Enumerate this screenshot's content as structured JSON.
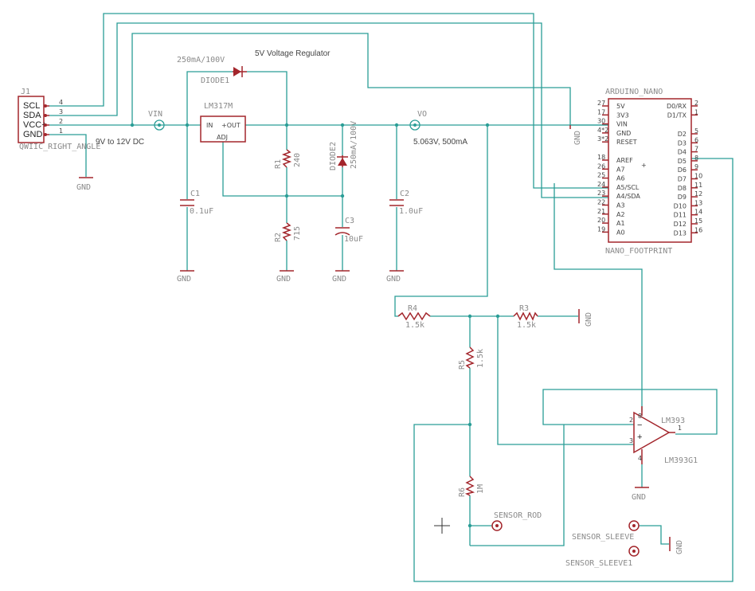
{
  "title": "5V Voltage Regulator",
  "colors": {
    "wire": "#2a9d96",
    "part": "#a3262c",
    "label": "#8a8a8a"
  },
  "connector": {
    "name": "J1",
    "value": "QWIIC_RIGHT_ANGLE",
    "pins": [
      {
        "label": "SCL",
        "num": "4"
      },
      {
        "label": "SDA",
        "num": "3"
      },
      {
        "label": "VCC+",
        "num": "2"
      },
      {
        "label": "GND",
        "num": "1"
      }
    ]
  },
  "vin": {
    "label": "VIN",
    "note": "9V to 12V DC"
  },
  "vo": {
    "label": "VO",
    "note": "5.063V, 500mA"
  },
  "regulator": {
    "name": "LM317M",
    "in": "IN",
    "out": "+OUT",
    "adj": "ADJ"
  },
  "diode1": {
    "name": "DIODE1",
    "value": "250mA/100V"
  },
  "diode2": {
    "name": "DIODE2",
    "value": "250mA/100V"
  },
  "r1": {
    "name": "R1",
    "value": "240"
  },
  "r2": {
    "name": "R2",
    "value": "715"
  },
  "c1": {
    "name": "C1",
    "value": "0.1uF"
  },
  "c2": {
    "name": "C2",
    "value": "1.0uF"
  },
  "c3": {
    "name": "C3",
    "value": "10uF"
  },
  "r3": {
    "name": "R3",
    "value": "1.5k"
  },
  "r4": {
    "name": "R4",
    "value": "1.5k"
  },
  "r5": {
    "name": "R5",
    "value": "1.5k"
  },
  "r6": {
    "name": "R6",
    "value": "1M"
  },
  "gnd": "GND",
  "arduino": {
    "name": "ARDUINO_NANO",
    "value": "NANO_FOOTPRINT",
    "left": [
      {
        "label": "5V",
        "num": "27"
      },
      {
        "label": "3V3",
        "num": "17"
      },
      {
        "label": "VIN",
        "num": "30"
      },
      {
        "label": "GND",
        "num": "4*2"
      },
      {
        "label": "RESET",
        "num": "3*2"
      },
      {
        "label": "AREF",
        "num": "18"
      },
      {
        "label": "A7",
        "num": "26"
      },
      {
        "label": "A6",
        "num": "25"
      },
      {
        "label": "A5/SCL",
        "num": "24"
      },
      {
        "label": "A4/SDA",
        "num": "23"
      },
      {
        "label": "A3",
        "num": "22"
      },
      {
        "label": "A2",
        "num": "21"
      },
      {
        "label": "A1",
        "num": "20"
      },
      {
        "label": "A0",
        "num": "19"
      }
    ],
    "right": [
      {
        "label": "D0/RX",
        "num": "2"
      },
      {
        "label": "D1/TX",
        "num": "1"
      },
      {
        "label": "D2",
        "num": "5"
      },
      {
        "label": "D3",
        "num": "6"
      },
      {
        "label": "D4",
        "num": "7"
      },
      {
        "label": "D5",
        "num": "8"
      },
      {
        "label": "D6",
        "num": "9"
      },
      {
        "label": "D7",
        "num": "10"
      },
      {
        "label": "D8",
        "num": "11"
      },
      {
        "label": "D9",
        "num": "12"
      },
      {
        "label": "D10",
        "num": "13"
      },
      {
        "label": "D11",
        "num": "14"
      },
      {
        "label": "D12",
        "num": "15"
      },
      {
        "label": "D13",
        "num": "16"
      }
    ]
  },
  "comparator": {
    "name": "LM393",
    "value": "LM393G1",
    "pin1": "1",
    "pin2": "2",
    "pin3": "3",
    "pin4": "4",
    "pin8": "8"
  },
  "sensors": {
    "rod": "SENSOR_ROD",
    "sleeve": "SENSOR_SLEEVE",
    "sleeve1": "SENSOR_SLEEVE1"
  }
}
